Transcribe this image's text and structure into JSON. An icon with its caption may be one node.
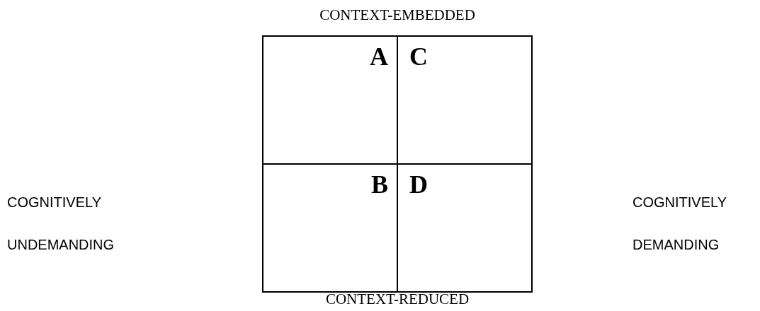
{
  "diagram": {
    "nodes": [
      {
        "text": [
          "A"
        ]
      },
      {
        "text": [
          "C"
        ]
      },
      {
        "text": [
          "B"
        ]
      },
      {
        "text": [
          "D"
        ]
      }
    ],
    "labels": [
      "CONTEXT-EMBEDDED",
      "COGNITIVELY UNDEMANDING",
      "COGNITIVELY DEMANDING",
      "CONTEXT-REDUCED"
    ]
  }
}
